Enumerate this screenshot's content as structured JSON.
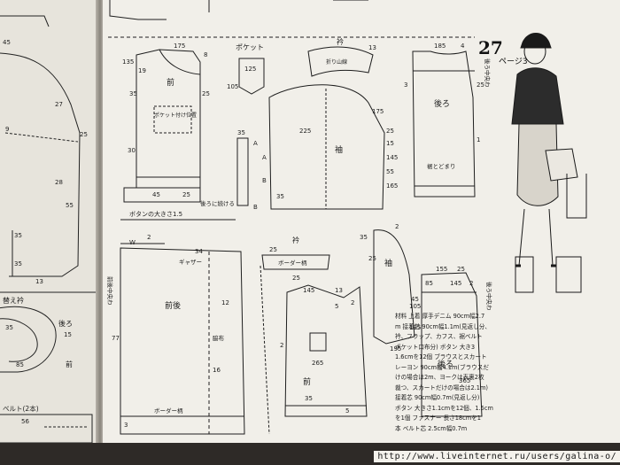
{
  "page": {
    "number": "27",
    "label": "ページ3",
    "watermark_url": "http://www.liveinternet.ru/users/galina-o/"
  },
  "left_page": {
    "labels": {
      "swap_collar": "替え衿",
      "back_waist": "後ろ",
      "front": "前",
      "belt": "ベルト(2本)"
    },
    "measures": [
      "45",
      "27",
      "28",
      "25",
      "13",
      "55",
      "35",
      "35",
      "9",
      "35",
      "15",
      "85",
      "56"
    ]
  },
  "pattern": {
    "front": {
      "title": "前",
      "pocket_position": "ポケット付け位置",
      "button_size": "ボタンの大きさ1.5",
      "cuff_pleat": "後ろに続ける",
      "measures": [
        "175",
        "8",
        "25",
        "19",
        "135",
        "35",
        "30",
        "45",
        "25"
      ]
    },
    "pocket": {
      "title": "ポケット",
      "measures": [
        "125",
        "105",
        "35",
        "A",
        "B",
        "A",
        "B"
      ]
    },
    "collar": {
      "title": "衿",
      "fold_line": "折り山線",
      "measures": [
        "13"
      ]
    },
    "sleeve": {
      "title": "袖",
      "measures": [
        "225",
        "175",
        "25",
        "15",
        "145",
        "55",
        "165",
        "35"
      ]
    },
    "back_yoke": {
      "title": "後ろ",
      "note": "後ろ中央わ",
      "tuck": "裾とどまり",
      "measures": [
        "185",
        "4",
        "25",
        "3",
        "1"
      ]
    },
    "skirt_front": {
      "title": "前後",
      "side_note": "前後中央わ",
      "gather": "ギャザー",
      "border": "ボーダー柄",
      "fold_label": "脇布",
      "ref": "12",
      "measures": [
        "34",
        "W",
        "2",
        "77",
        "16",
        "3"
      ]
    },
    "blouse_front": {
      "title": "前",
      "collar": "衿",
      "border": "ボーダー柄",
      "measures": [
        "25",
        "25",
        "145",
        "13",
        "5",
        "2",
        "2",
        "265",
        "35",
        "5"
      ]
    },
    "blouse_back": {
      "title": "後ろ",
      "side_note": "後ろ中央わ",
      "measures": [
        "155",
        "85",
        "25",
        "145",
        "2",
        "105",
        "195",
        "365"
      ]
    },
    "blouse_sleeve": {
      "title": "袖",
      "measures": [
        "35",
        "25",
        "2",
        "45",
        "195"
      ]
    }
  },
  "materials": {
    "lines": [
      "材料  上着 厚手デニム 90cm幅2.7",
      "m  接着芯 90cm幅1.1m(見返し分、",
      "衿、フラップ、カフス、裾ベルト",
      "ポケット口布分)  ボタン 大き3",
      "1.6cmを12個  ブラウスとスカート",
      "レーヨン 90cm幅4.1m(ブラウスだ",
      "けの場合は2m、ヨークは表裏2枚",
      "裁つ、スカートだけの場合は2.1m)",
      "接着芯 90cm幅0.7m(見返し分)",
      "ボタン 大きさ1.1cmを12個、1.5cm",
      "を1個 ファスナー 長さ18cmを1",
      "本 ベルト芯 2.5cm幅0.7m"
    ]
  }
}
